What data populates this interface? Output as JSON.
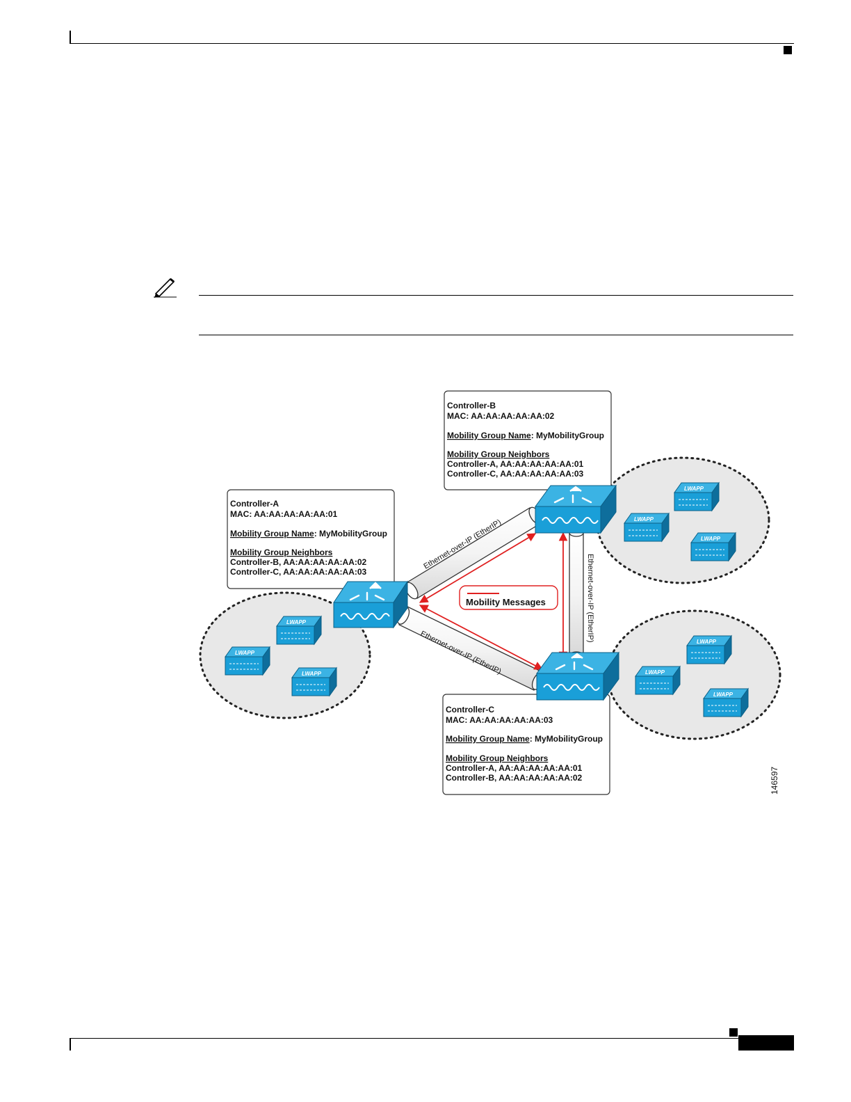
{
  "controllers": [
    {
      "id": "a",
      "name": "Controller-A",
      "mac": "MAC: AA:AA:AA:AA:AA:01",
      "group_label": "Mobility Group Name",
      "group_name": ": MyMobilityGroup",
      "neighbors_label": "Mobility Group Neighbors",
      "neighbors": [
        "Controller-B, AA:AA:AA:AA:AA:02",
        "Controller-C, AA:AA:AA:AA:AA:03"
      ]
    },
    {
      "id": "b",
      "name": "Controller-B",
      "mac": "MAC: AA:AA:AA:AA:AA:02",
      "group_label": "Mobility Group Name",
      "group_name": ": MyMobilityGroup",
      "neighbors_label": "Mobility Group Neighbors",
      "neighbors": [
        "Controller-A, AA:AA:AA:AA:AA:01",
        "Controller-C, AA:AA:AA:AA:AA:03"
      ]
    },
    {
      "id": "c",
      "name": "Controller-C",
      "mac": "MAC: AA:AA:AA:AA:AA:03",
      "group_label": "Mobility Group Name",
      "group_name": ": MyMobilityGroup",
      "neighbors_label": "Mobility Group Neighbors",
      "neighbors": [
        "Controller-A, AA:AA:AA:AA:AA:01",
        "Controller-B, AA:AA:AA:AA:AA:02"
      ]
    }
  ],
  "links": {
    "ab": "Ethernet-over-IP (EtherIP)",
    "bc": "Ethernet-over-IP (EtherIP)",
    "ac": "Ethernet-over-IP (EtherIP)"
  },
  "legend": {
    "label": "Mobility Messages"
  },
  "access_point_label": "LWAPP",
  "figure_number": "146597",
  "colors": {
    "device_blue": "#1a9fd8",
    "device_dark": "#0e6e9c",
    "cloud_fill": "#e8e8e8",
    "message_red": "#e02020"
  }
}
